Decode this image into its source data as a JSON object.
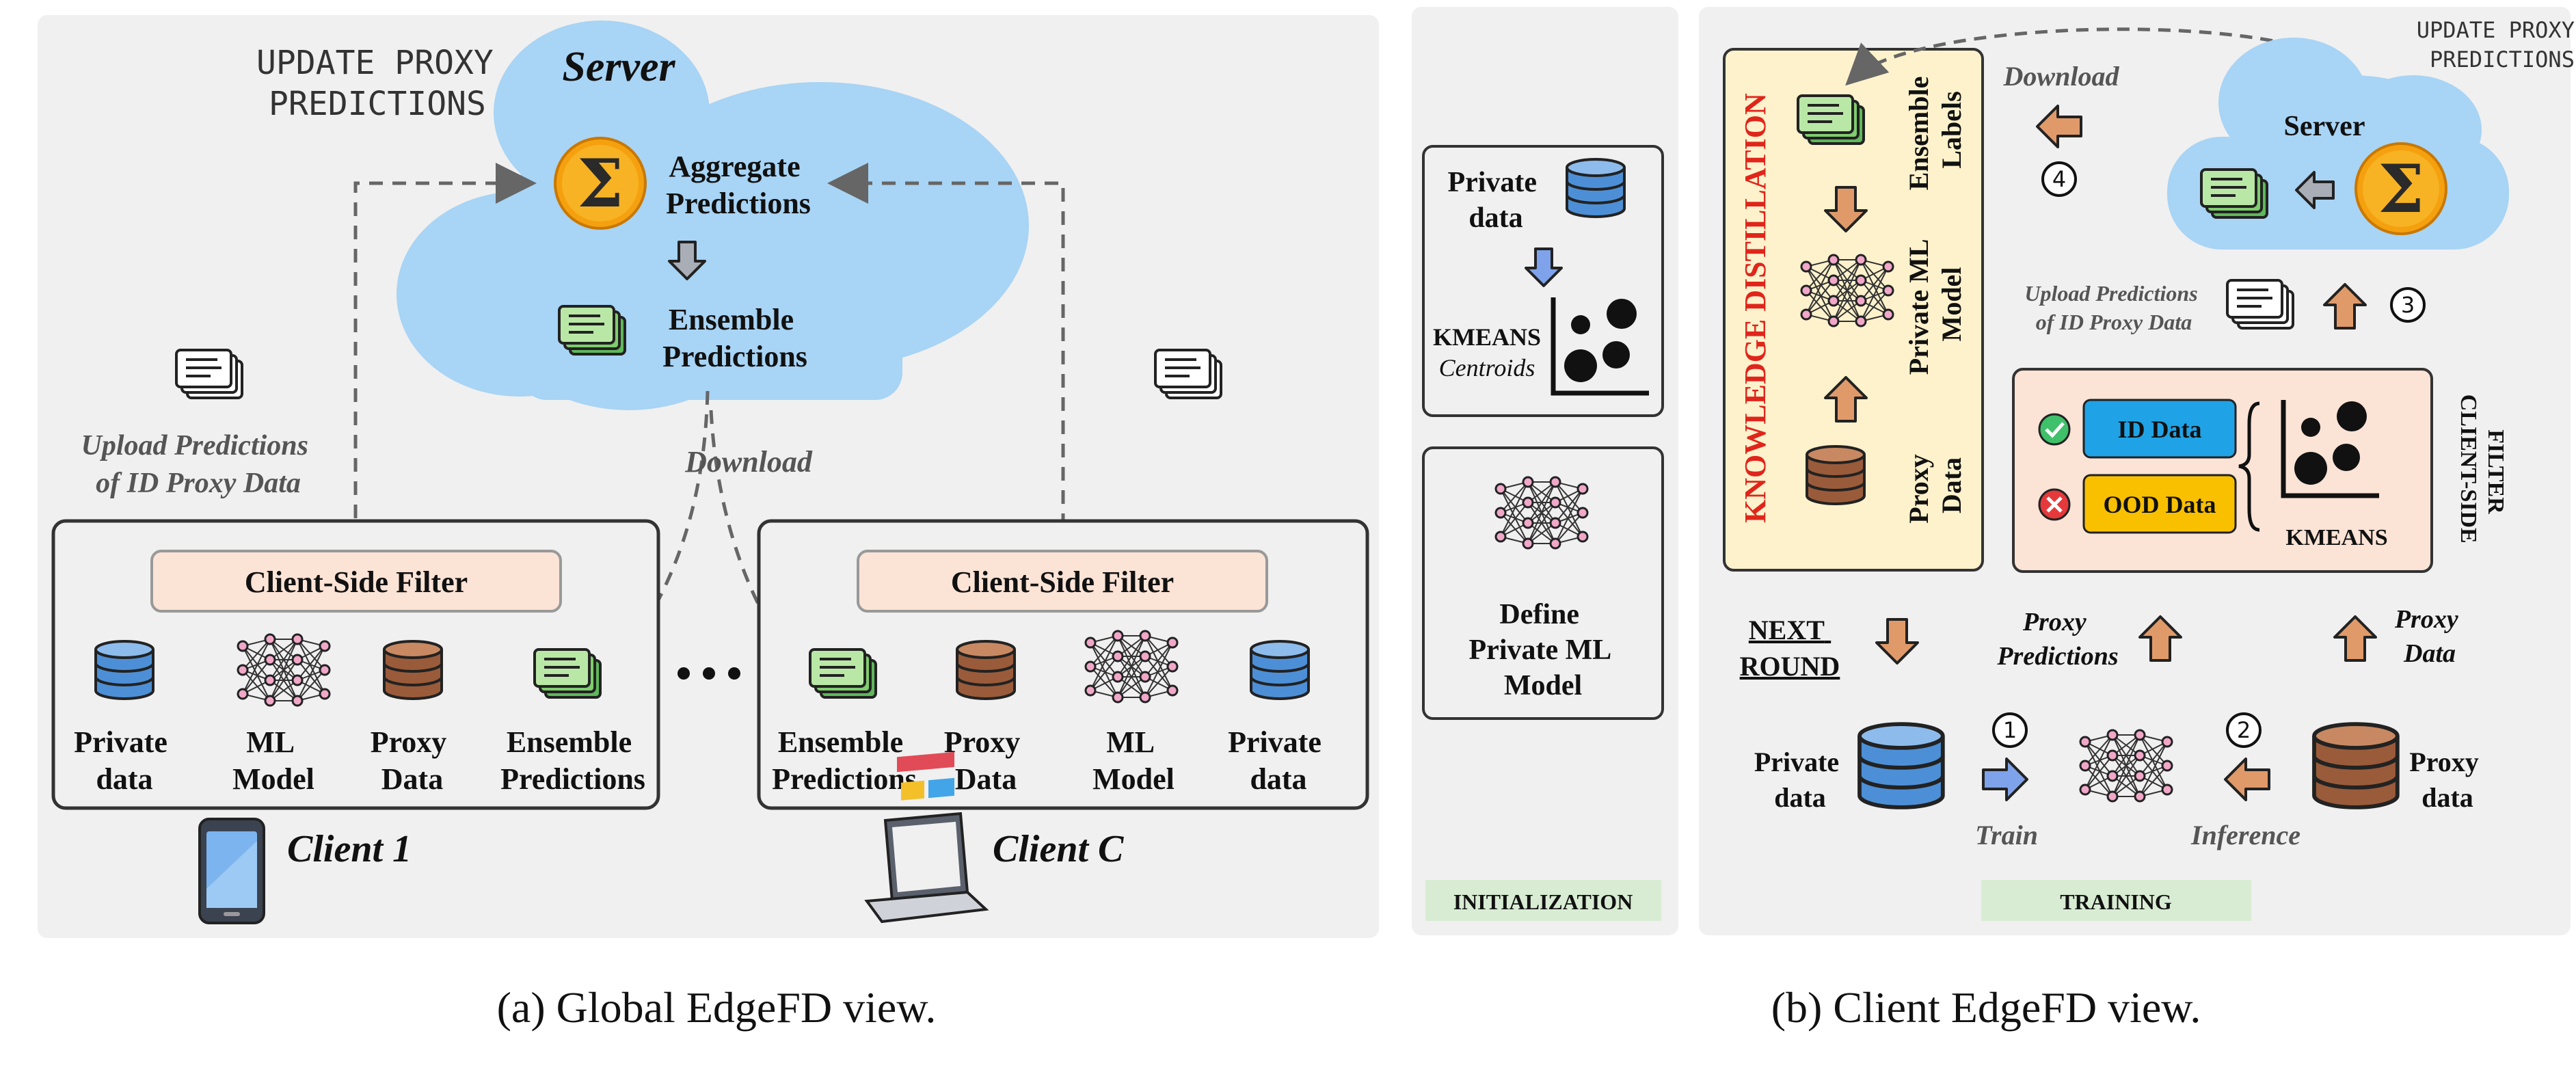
{
  "left_panel": {
    "title": "UPDATE PROXY\nPREDICTIONS",
    "server": {
      "label": "Server",
      "aggregate": "Aggregate\nPredictions",
      "ensemble": "Ensemble\nPredictions"
    },
    "upload_label": "Upload Predictions\nof ID Proxy Data",
    "download_label": "Download",
    "ellipsis": "• • •",
    "client1": {
      "filter": "Client-Side Filter",
      "items": [
        "Private\ndata",
        "ML\nModel",
        "Proxy\nData",
        "Ensemble\nPredictions"
      ],
      "name": "Client 1"
    },
    "clientC": {
      "filter": "Client-Side Filter",
      "items": [
        "Ensemble\nPredictions",
        "Proxy\nData",
        "ML\nModel",
        "Private\ndata"
      ],
      "name": "Client C"
    }
  },
  "middle_panel": {
    "private_data": "Private\ndata",
    "kmeans": "KMEANS",
    "centroids": "Centroids",
    "define_model": "Define\nPrivate ML\nModel",
    "footer": "INITIALIZATION"
  },
  "right_panel": {
    "title": "UPDATE PROXY\nPREDICTIONS",
    "kd_label": "KNOWLEDGE DISTILLATION",
    "ensemble_labels": "Ensemble\nLabels",
    "private_ml_model": "Private ML\nModel",
    "proxy_data": "Proxy\nData",
    "download": "Download",
    "step4": "4",
    "server": "Server",
    "upload": "Upload Predictions\nof ID Proxy Data",
    "step3": "3",
    "id_data": "ID Data",
    "ood_data": "OOD Data",
    "kmeans": "KMEANS",
    "client_side_filter": "CLIENT-SIDE\nFILTER",
    "next_round": "NEXT\nROUND",
    "proxy_predictions": "Proxy\nPredictions",
    "proxy_data_label": "Proxy\nData",
    "private_data": "Private\ndata",
    "step1": "1",
    "step2": "2",
    "train": "Train",
    "inference": "Inference",
    "proxy_data_bottom": "Proxy\ndata",
    "footer": "TRAINING"
  },
  "captions": {
    "a": "(a) Global EdgeFD view.",
    "b": "(b) Client EdgeFD view."
  },
  "colors": {
    "panel_bg": "#f0f0f0",
    "cloud": "#a8d4f5",
    "filter_box": "#fbe3d6",
    "proxy_box": "#fdf2cc",
    "filter_panel": "#fbe3d6",
    "footer_box": "#d8ecd3",
    "id_blue": "#1fa3e6",
    "ood_yellow": "#f9c000",
    "arrow_orange": "#e09a6a",
    "kd_red": "#e0251b"
  }
}
